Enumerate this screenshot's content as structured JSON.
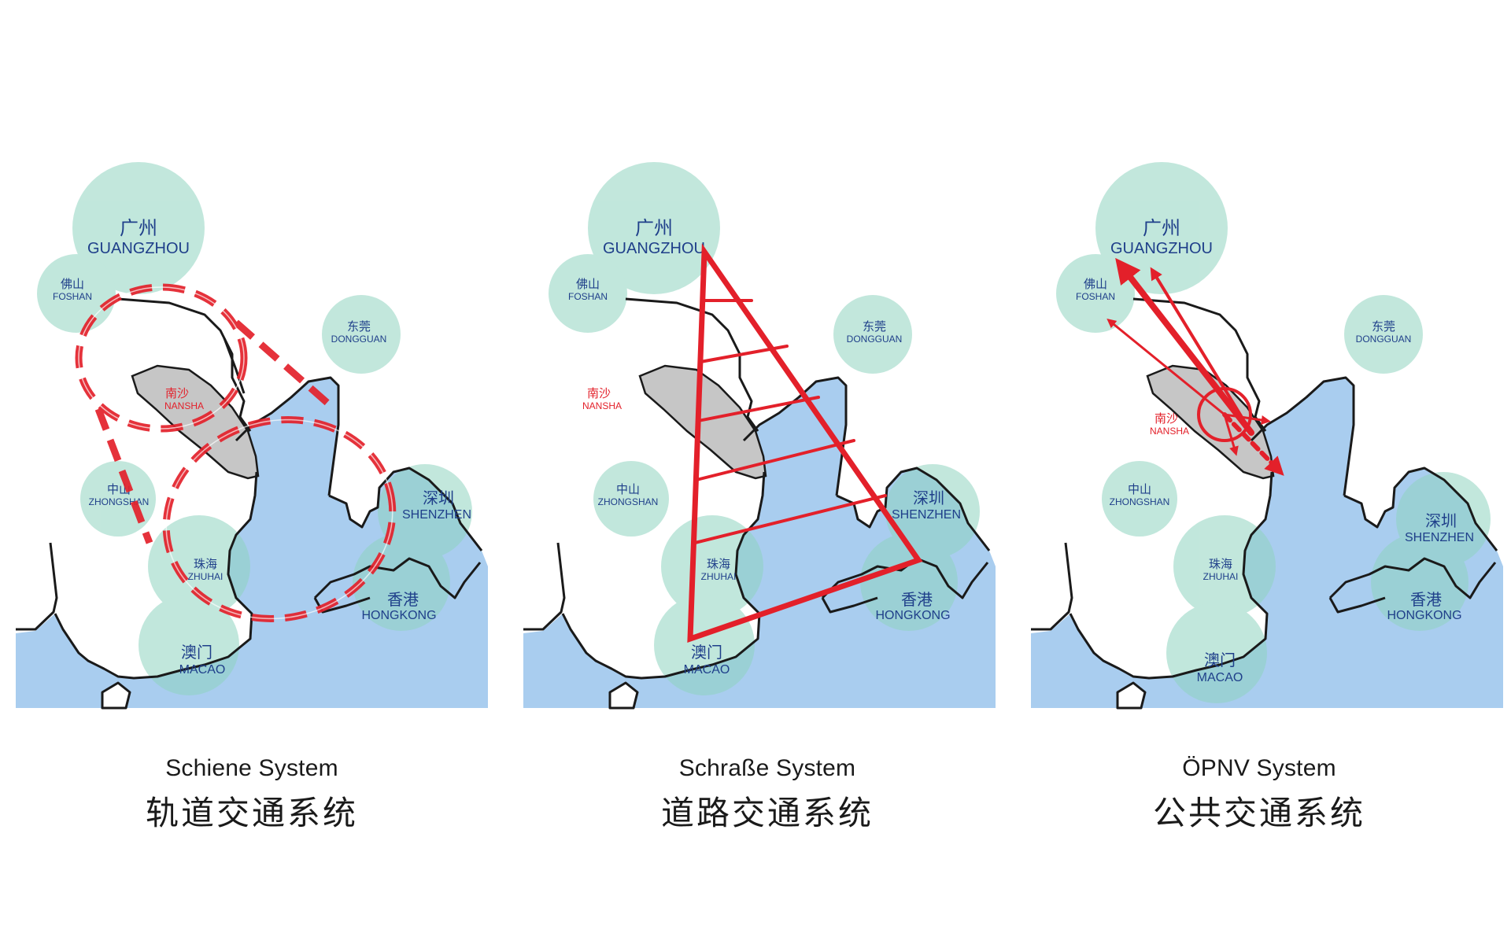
{
  "colors": {
    "sea": "#a9cdef",
    "city_circle": "#8fd4c0",
    "coast": "#1a1a1a",
    "nansha_fill": "#c6c6c6",
    "accent_red": "#e3202a",
    "label_blue": "#1f3f8a"
  },
  "cities": {
    "guangzhou": {
      "zh": "广州",
      "en": "GUANGZHOU"
    },
    "foshan": {
      "zh": "佛山",
      "en": "FOSHAN"
    },
    "dongguan": {
      "zh": "东莞",
      "en": "DONGGUAN"
    },
    "nansha": {
      "zh": "南沙",
      "en": "NANSHA"
    },
    "zhongshan": {
      "zh": "中山",
      "en": "ZHONGSHAN"
    },
    "shenzhen": {
      "zh": "深圳",
      "en": "SHENZHEN"
    },
    "zhuhai": {
      "zh": "珠海",
      "en": "ZHUHAI"
    },
    "hongkong": {
      "zh": "香港",
      "en": "HONGKONG"
    },
    "macao": {
      "zh": "澳门",
      "en": "MACAO"
    }
  },
  "panels": [
    {
      "id": "rail",
      "caption_de": "Schiene System",
      "caption_zh": "轨道交通系统",
      "overlay": "rail-dashed-rings"
    },
    {
      "id": "road",
      "caption_de": "Schraße System",
      "caption_zh": "道路交通系统",
      "overlay": "road-triangle-grid"
    },
    {
      "id": "transit",
      "caption_de": "ÖPNV System",
      "caption_zh": "公共交通系统",
      "overlay": "transit-radial-arrows"
    }
  ]
}
